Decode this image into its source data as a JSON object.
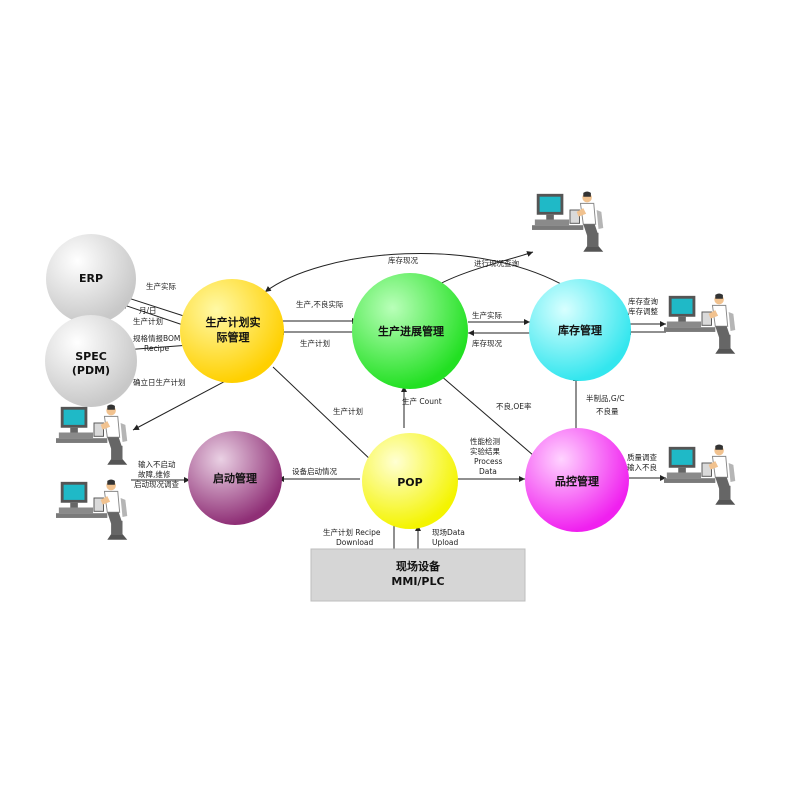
{
  "nodes": {
    "erp": "ERP",
    "spec_line1": "SPEC",
    "spec_line2": "(PDM)",
    "planning_line1": "生产计划实",
    "planning_line2": "际管理",
    "progress": "生产进展管理",
    "inventory": "库存管理",
    "startup": "启动管理",
    "pop": "POP",
    "quality": "品控管理",
    "equipment_line1": "现场设备",
    "equipment_line2": "MMI/PLC"
  },
  "edge_labels": {
    "erp_actual": "生产实际",
    "erp_plan_a": "月/日",
    "erp_plan_b": "生产计划",
    "spec_bom_a": "规格情报BOM",
    "spec_bom_b": "Recipe",
    "operator_plan": "确立日生产计划",
    "planning_progress_actual": "生产,不良实际",
    "planning_progress_plan": "生产计划",
    "inventory_status": "库存现况",
    "query_status": "进行现况查询",
    "progress_inventory_actual": "生产实际",
    "progress_inventory_status": "库存现况",
    "inventory_operator_a": "库存查询",
    "inventory_operator_b": "库存调整",
    "planning_pop_plan": "生产计划",
    "progress_pop_count": "生产 Count",
    "quality_progress_defect": "不良,OE率",
    "quality_inventory_a": "半制品,G/C",
    "quality_inventory_b": "不良量",
    "quality_operator_a": "质量调查",
    "quality_operator_b": "输入不良",
    "startup_operator_a": "输入不启动",
    "startup_operator_b": "故障,维修",
    "startup_operator_c": "启动现况调查",
    "pop_startup_status": "设备启动情况",
    "pop_quality_a": "性能检测",
    "pop_quality_b": "实验结果",
    "pop_quality_c": "Process",
    "pop_quality_d": "Data",
    "download_a": "生产计划  Recipe",
    "download_b": "Download",
    "upload_a": "现场Data",
    "upload_b": "Upload"
  },
  "colors": {
    "erp": "#c8c8c8",
    "spec": "#c8c8c8",
    "planning": "#ffd000",
    "progress": "#22e022",
    "inventory": "#33e6ee",
    "startup": "#8f2f76",
    "pop": "#f4f400",
    "quality": "#f020ef",
    "equipment_box": "#d6d6d6"
  },
  "icons": [
    "workstation-icon"
  ]
}
